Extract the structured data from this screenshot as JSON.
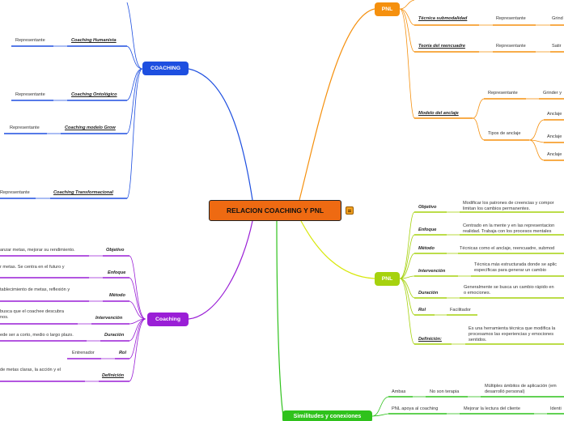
{
  "central": {
    "title": "RELACION COACHING Y PNL"
  },
  "coaching_top": {
    "label": "COACHING",
    "items": [
      {
        "name": "Coaching Humanista",
        "role": "Representante"
      },
      {
        "name": "Coaching Ontológico",
        "role": "Representante"
      },
      {
        "name": "Coaching modelo Grow",
        "role": "Representante"
      },
      {
        "name": "Coaching Transformacional",
        "role": "Representante"
      }
    ]
  },
  "pnl_top": {
    "label": "PNL",
    "items": [
      {
        "name": "Técnica submodalidad",
        "role": "Representante",
        "value": "Grind"
      },
      {
        "name": "Teoría del reencuadre",
        "role": "Representante",
        "value": "Satir"
      },
      {
        "name": "Modelo del anclaje",
        "role": "Representante",
        "value": "Grinder y",
        "sub_label": "Tipos de anclaje",
        "types": [
          "Anclaje",
          "Anclaje",
          "Anclaje"
        ]
      }
    ]
  },
  "coaching_bottom": {
    "label": "Coaching",
    "items": [
      {
        "key": "Objetivo",
        "text": "anzar metas, mejorar su rendimiento."
      },
      {
        "key": "Enfoque",
        "text": "r metas. Se centra en el futuro y"
      },
      {
        "key": "Método",
        "text": "tablecimiento de metas, reflexión y"
      },
      {
        "key": "Intervención",
        "text": "busca que el coachee descubra\nnos."
      },
      {
        "key": "Duración",
        "text": "ede ser a corto, medio o largo plazo."
      },
      {
        "key": "Rol",
        "text": "Entrenador"
      },
      {
        "key": "Definición",
        "text": "de metas claras, la acción y el"
      }
    ]
  },
  "pnl_bottom": {
    "label": "PNL",
    "items": [
      {
        "key": "Objetivo",
        "text": "Modificar los patrones de creencias y compor\nlimitan los cambios permanentes."
      },
      {
        "key": "Enfoque",
        "text": "Centrado en la mente y en las representacion\nrealidad. Trabaja con los procesos mentales"
      },
      {
        "key": "Método",
        "text": "Técnicas como el anclaje, reencuadre, submod"
      },
      {
        "key": "Intervención",
        "text": "Técnica más estructurada donde se aplic\nespecíficas para generar un cambio"
      },
      {
        "key": "Duración",
        "text": "Generalmente se busca un cambio rápido en\no emociones."
      },
      {
        "key": "Rol",
        "text": "Facilitador"
      },
      {
        "key": "Definición:",
        "text": "Es una herramienta técnica que modifica la\nprocesamos las experiencias y emociones\nsentidos."
      }
    ]
  },
  "similarities": {
    "label": "Similitudes y conexiones",
    "items": [
      {
        "key": "Ambas",
        "mid": "No son terapia",
        "text": "Múltiples ámbitos de aplicación (em\ndesarrolló personal)"
      },
      {
        "key": "PNL apoya al coaching",
        "mid": "Mejorar la lectura del cliente",
        "text": "Identi"
      }
    ]
  },
  "colors": {
    "central": "#ee6a12",
    "coaching_top": "#1e4fe0",
    "pnl_top": "#f5900e",
    "coaching_bottom": "#9a1fd6",
    "pnl_bottom": "#a6d20e",
    "similarities": "#2fc21c"
  }
}
